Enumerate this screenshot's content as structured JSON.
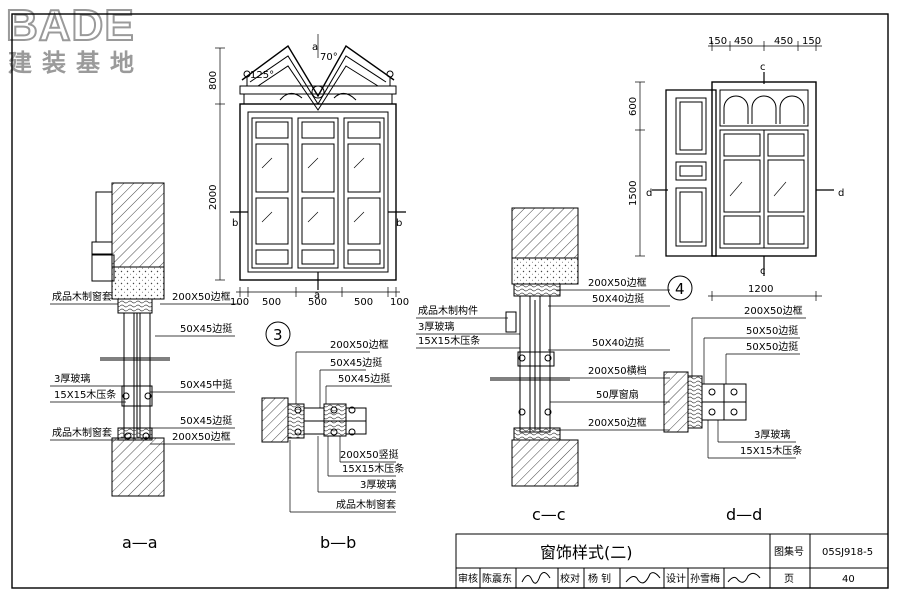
{
  "logo": {
    "brand": "BADE",
    "subtitle": "建装基地"
  },
  "title_block": {
    "title": "窗饰样式(二)",
    "atlas_label": "图集号",
    "atlas_no": "05SJ918-5",
    "page_label": "页",
    "page_no": "40",
    "review_label": "审核",
    "reviewer": "陈震东",
    "check_label": "校对",
    "checker": "杨 钊",
    "design_label": "设计",
    "designer": "孙雪梅"
  },
  "views": {
    "aa": "a—a",
    "bb": "b—b",
    "cc": "c—c",
    "dd": "d—d",
    "num3": "3",
    "num4": "4"
  },
  "elev3": {
    "angle_top": "70°",
    "angle_left": "125°",
    "h_top": "800",
    "h_main": "2000",
    "w": [
      "100",
      "500",
      "500",
      "500",
      "100"
    ],
    "sec_a": "a",
    "sec_b": "b"
  },
  "elev4": {
    "w_top": [
      "150",
      "450",
      "450",
      "150"
    ],
    "h_top": "600",
    "h_main": "1500",
    "w_bottom": "1200",
    "sec_c": "c",
    "sec_d": "d"
  },
  "aa_labels": [
    "成品木制窗套",
    "200X50边框",
    "50X45边挺",
    "3厚玻璃",
    "15X15木压条",
    "50X45中挺",
    "成品木制窗套",
    "50X45边挺",
    "200X50边框"
  ],
  "bb_labels": [
    "200X50边框",
    "50X45边挺",
    "50X45边挺",
    "200X50竖挺",
    "15X15木压条",
    "3厚玻璃",
    "成品木制窗套"
  ],
  "cc_labels": [
    "200X50边框",
    "50X40边挺",
    "成品木制构件",
    "3厚玻璃",
    "15X15木压条",
    "50X40边挺",
    "200X50横档",
    "50厚窗扇",
    "200X50边框"
  ],
  "dd_labels": [
    "200X50边框",
    "50X50边挺",
    "50X50边挺",
    "3厚玻璃",
    "15X15木压条"
  ]
}
